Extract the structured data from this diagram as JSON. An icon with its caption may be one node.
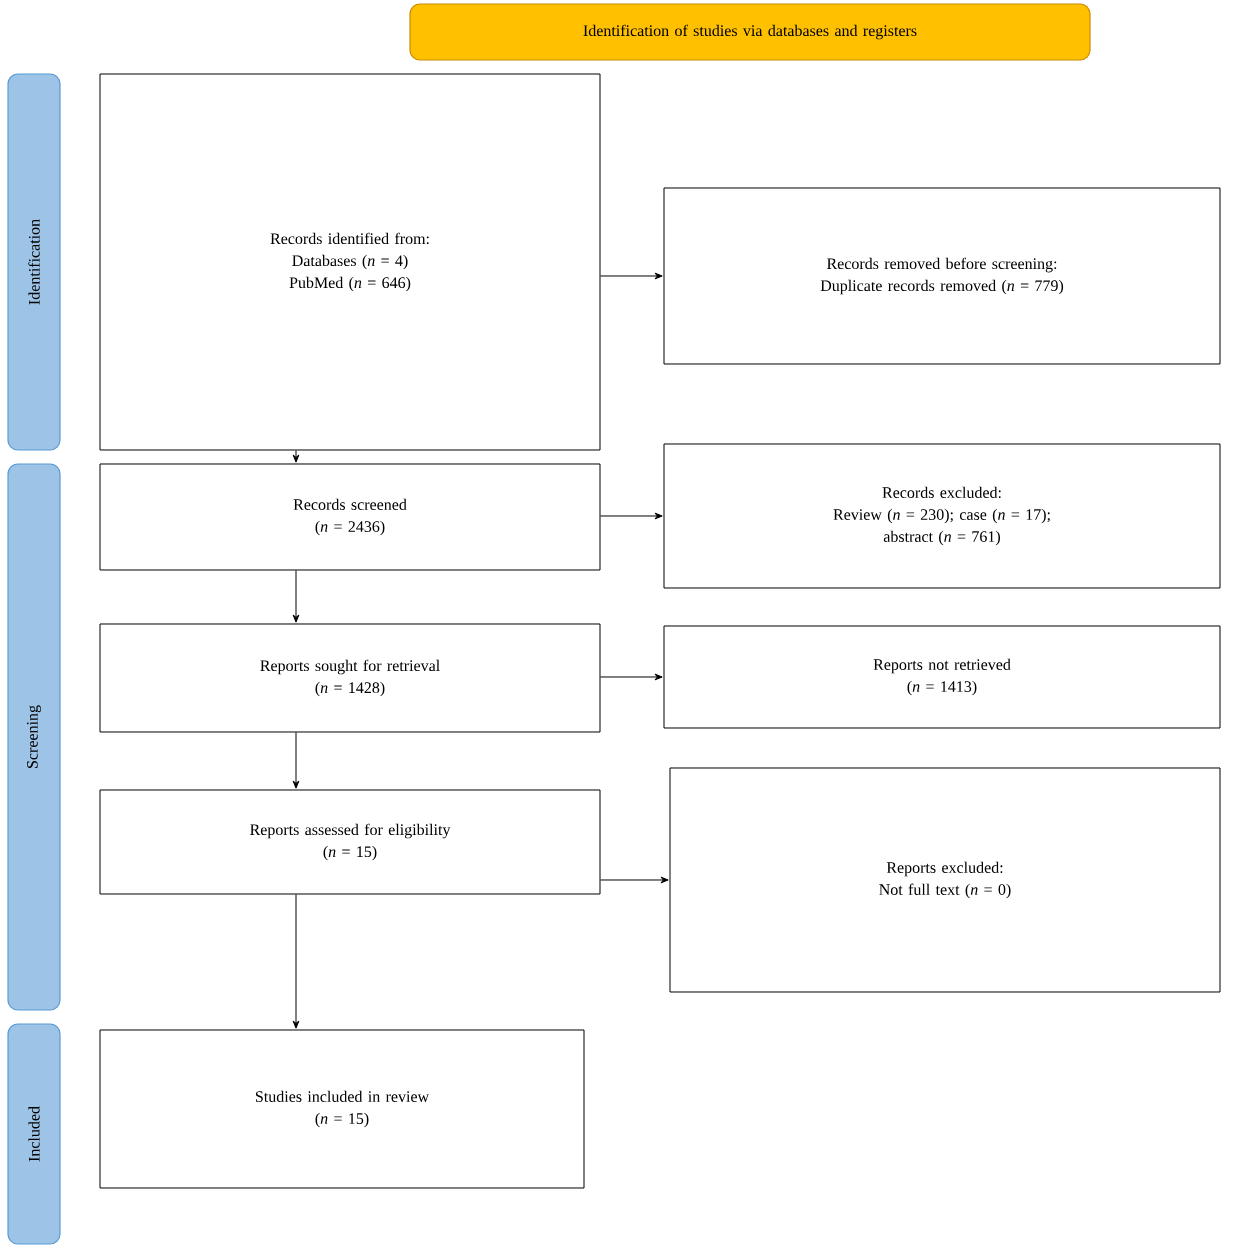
{
  "diagram": {
    "nodes": [
      {
        "text": [
          "Identification of studies via databases and registers"
        ]
      },
      {
        "text": [
          "Identification"
        ]
      },
      {
        "text": [
          "Screening"
        ]
      },
      {
        "text": [
          "Included"
        ]
      },
      {
        "text": [
          "Records identified from:",
          "Databases (*n* = 4)",
          "PubMed (*n* = 646)"
        ]
      },
      {
        "text": [
          "Records removed before screening:",
          "Duplicate records removed (*n* = 779)"
        ]
      },
      {
        "text": [
          "Records screened",
          "(*n* = 2436)"
        ]
      },
      {
        "text": [
          "Records excluded:",
          "Review (*n* = 230); case (*n* = 17);",
          "abstract (*n* = 761)"
        ]
      },
      {
        "text": [
          "Reports sought for retrieval",
          "(*n* = 1428)"
        ]
      },
      {
        "text": [
          "Reports not retrieved",
          "(*n* = 1413)"
        ]
      },
      {
        "text": [
          "Reports assessed for eligibility",
          "(*n* = 15)"
        ]
      },
      {
        "text": [
          "Reports excluded:",
          "Not full text (*n* = 0)"
        ]
      },
      {
        "text": [
          "Studies included in review",
          "(*n* = 15)"
        ]
      }
    ],
    "edges": [
      {
        "from": 4,
        "to": 5,
        "arrow": "to"
      },
      {
        "from": 4,
        "to": 6,
        "arrow": "to"
      },
      {
        "from": 6,
        "to": 7,
        "arrow": "to"
      },
      {
        "from": 6,
        "to": 8,
        "arrow": "to"
      },
      {
        "from": 8,
        "to": 9,
        "arrow": "to"
      },
      {
        "from": 8,
        "to": 10,
        "arrow": "to"
      },
      {
        "from": 10,
        "to": 11,
        "arrow": "to"
      },
      {
        "from": 10,
        "to": 12,
        "arrow": "to"
      }
    ]
  }
}
